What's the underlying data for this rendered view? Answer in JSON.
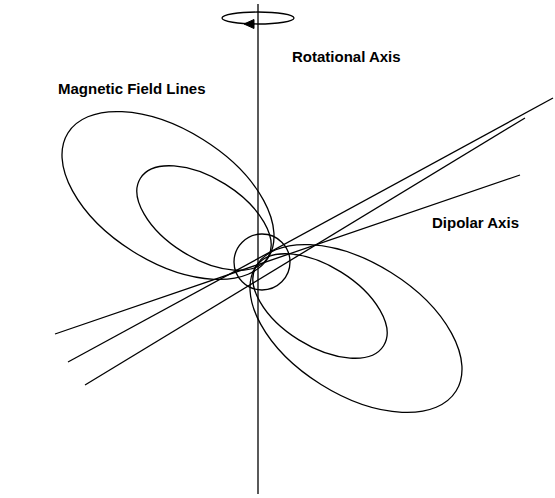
{
  "diagram": {
    "labels": [
      "Rotational Axis",
      "Magnetic Field Lines",
      "Dipolar Axis"
    ]
  }
}
